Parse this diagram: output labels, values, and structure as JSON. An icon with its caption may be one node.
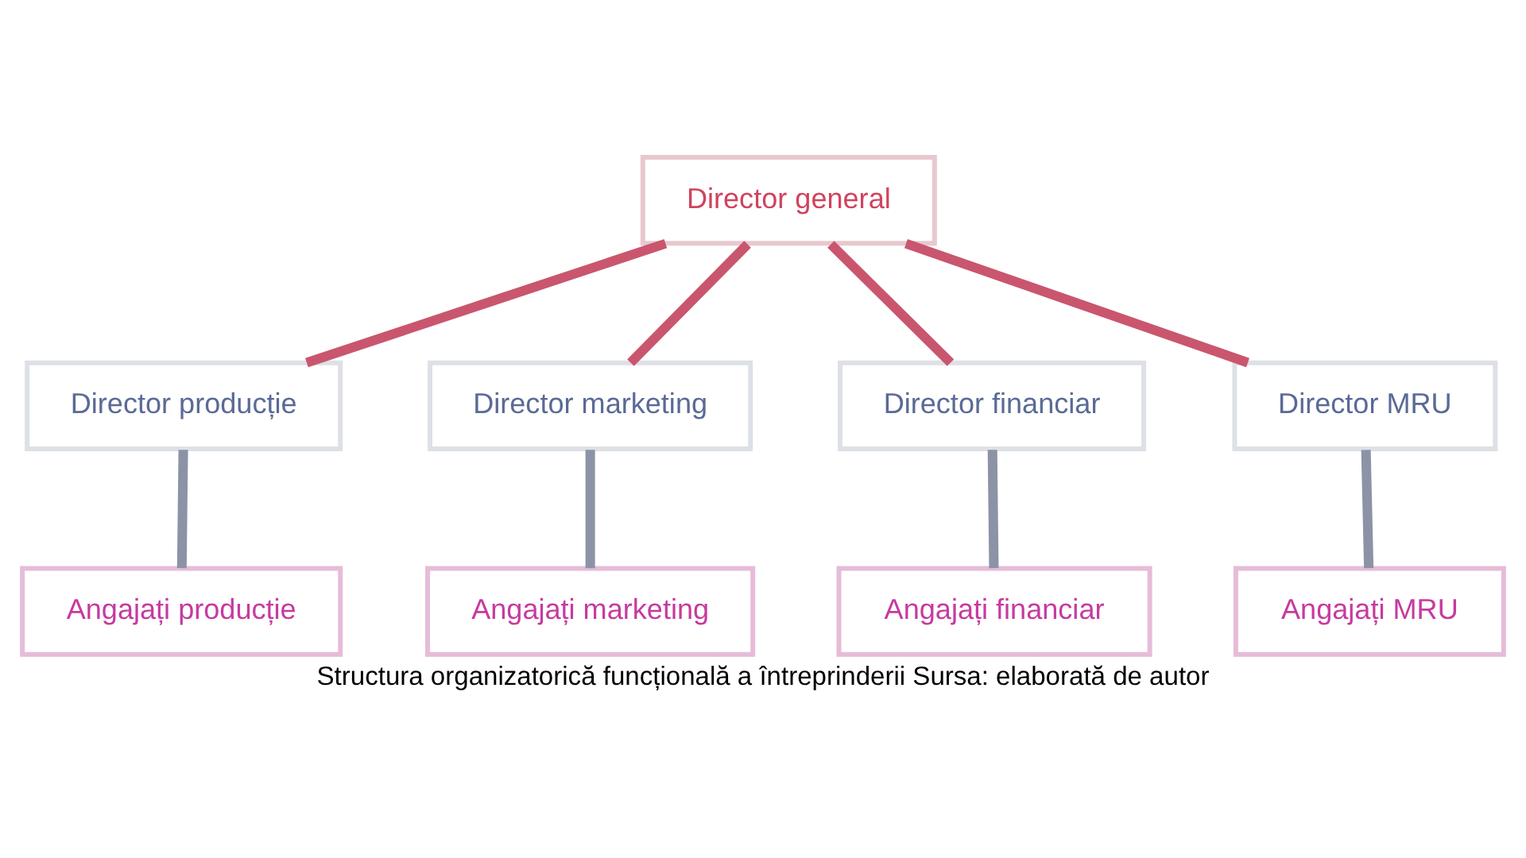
{
  "diagram": {
    "caption": "Structura organizatorică funcțională a întreprinderii Sursa: elaborată de autor",
    "nodes": [
      {
        "text": [
          "Director general"
        ]
      },
      {
        "text": [
          "Director producție"
        ]
      },
      {
        "text": [
          "Director marketing"
        ]
      },
      {
        "text": [
          "Director financiar"
        ]
      },
      {
        "text": [
          "Director MRU"
        ]
      },
      {
        "text": [
          "Angajați producție"
        ]
      },
      {
        "text": [
          "Angajați marketing"
        ]
      },
      {
        "text": [
          "Angajați financiar"
        ]
      },
      {
        "text": [
          "Angajați MRU"
        ]
      }
    ],
    "edges": [
      {
        "from": 0,
        "to": 1,
        "arrow": "none",
        "color": "#c9566e"
      },
      {
        "from": 0,
        "to": 2,
        "arrow": "none",
        "color": "#c9566e"
      },
      {
        "from": 0,
        "to": 3,
        "arrow": "none",
        "color": "#c9566e"
      },
      {
        "from": 0,
        "to": 4,
        "arrow": "none",
        "color": "#c9566e"
      },
      {
        "from": 1,
        "to": 5,
        "arrow": "none"
      },
      {
        "from": 2,
        "to": 6,
        "arrow": "none"
      },
      {
        "from": 3,
        "to": 7,
        "arrow": "none"
      },
      {
        "from": 4,
        "to": 8,
        "arrow": "none"
      }
    ]
  }
}
